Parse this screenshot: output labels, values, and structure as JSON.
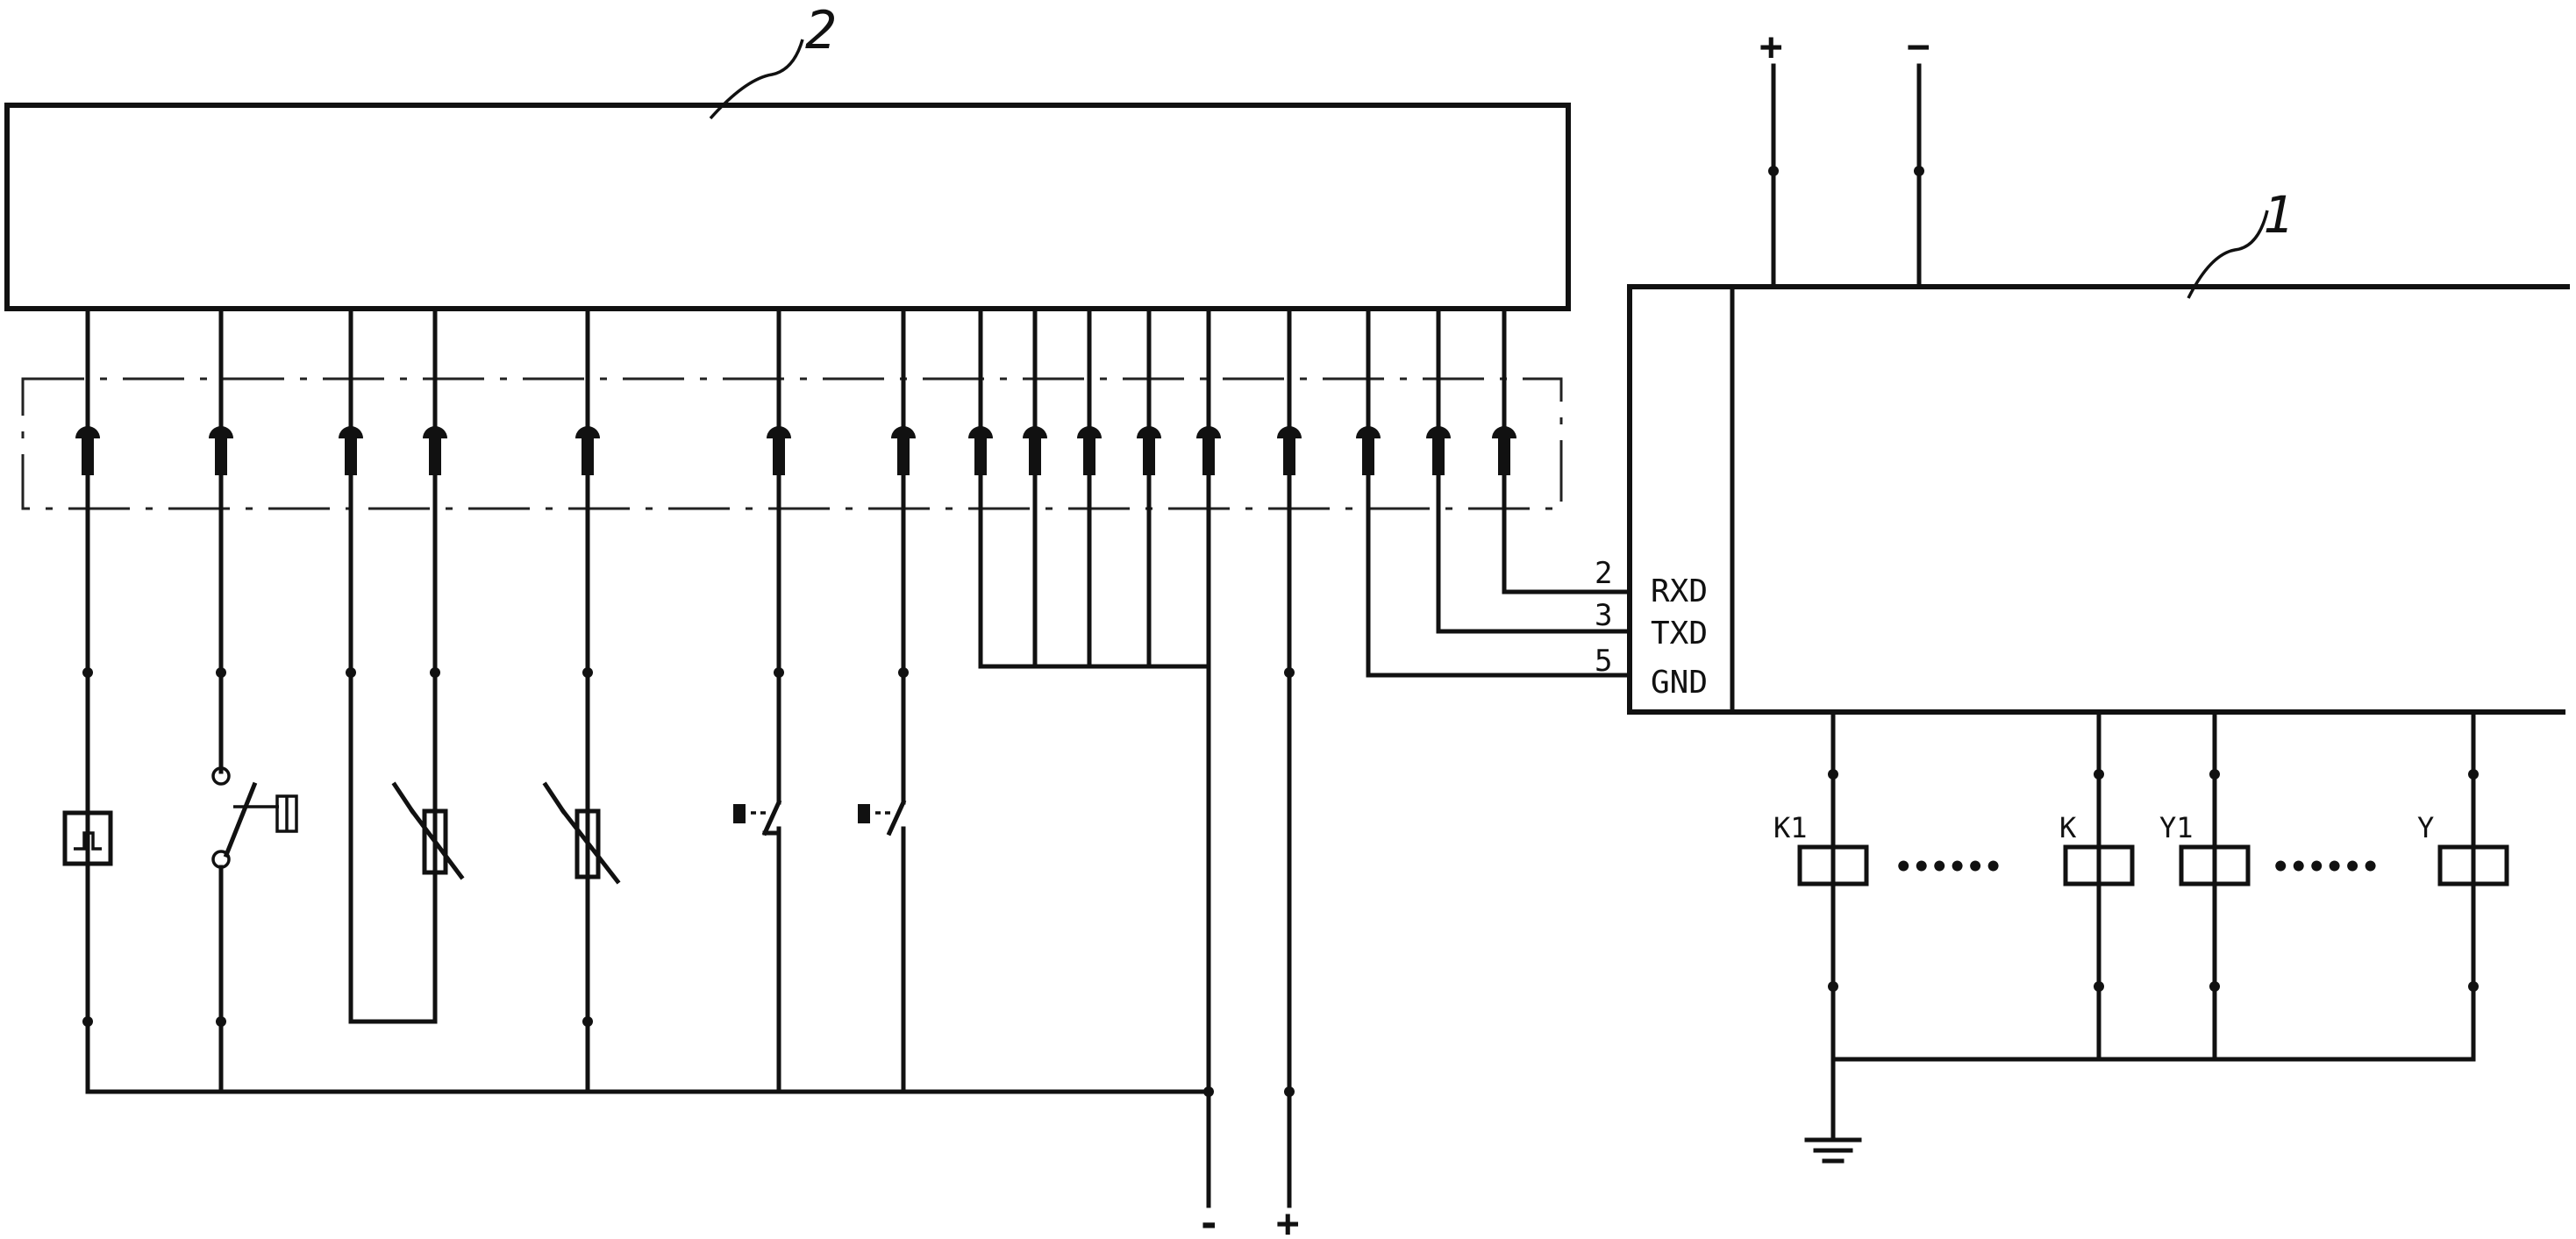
{
  "reference_numbers": {
    "controller": "2",
    "module": "1"
  },
  "top_power": {
    "plus": "+",
    "minus": "−"
  },
  "bottom_power": {
    "minus": "-",
    "plus": "+"
  },
  "serial_pins": [
    {
      "num": "2",
      "name": "RXD"
    },
    {
      "num": "3",
      "name": "TXD"
    },
    {
      "num": "5",
      "name": "GND"
    }
  ],
  "relays": [
    {
      "label": "K1"
    },
    {
      "label": "K"
    },
    {
      "label": "Y1"
    },
    {
      "label": "Y"
    }
  ],
  "ellipsis": "••••••"
}
